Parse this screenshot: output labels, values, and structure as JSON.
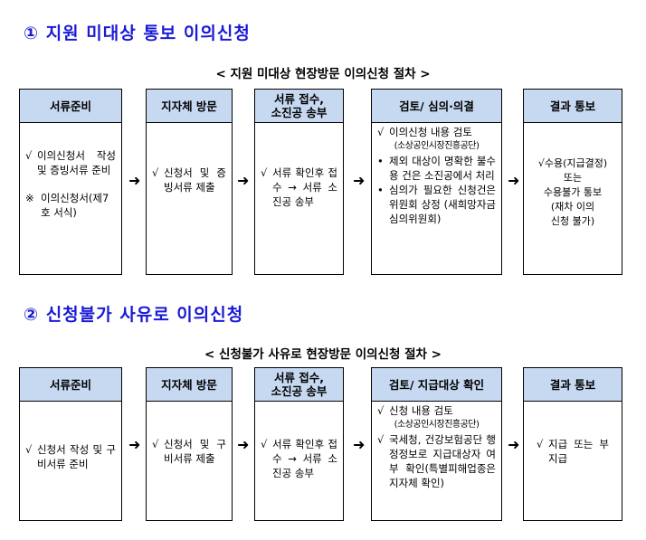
{
  "sections": [
    {
      "title": "① 지원 미대상 통보 이의신청",
      "subtitle": "< 지원 미대상 현장방문 이의신청 절차 >",
      "steps": [
        {
          "header": "서류준비"
        },
        {
          "header": "지자체 방문"
        },
        {
          "header_line1": "서류 접수,",
          "header_line2": "소진공 송부"
        },
        {
          "header": "검토/ 심의·의결"
        },
        {
          "header": "결과 통보"
        }
      ],
      "col1": {
        "mark1": "√",
        "text1": "이의신청서 작성 및 증빙서류 준비",
        "mark2": "※",
        "text2": "이의신청서(제7호 서식)"
      },
      "col2": {
        "mark": "√",
        "text": "신청서 및 증빙서류 제출"
      },
      "col3": {
        "mark": "√",
        "text": "서류 확인후 접수 → 서류 소진공 송부"
      },
      "col4": {
        "mark1": "√",
        "text1": "이의신청 내용 검토",
        "note1": "(소상공인시장진흥공단)",
        "mark2": "•",
        "text2": "제외 대상이 명확한 불수용 건은 소진공에서 처리",
        "mark3": "•",
        "text3": "심의가 필요한 신청건은 위원회 상정 (새희망자금 심의위원회)"
      },
      "col5": {
        "line1": "√수용(지급결정)",
        "line2": "또는",
        "line3": "수용불가 통보",
        "line4": "(재차 이의",
        "line5": "신청 불가)"
      }
    },
    {
      "title": "② 신청불가 사유로 이의신청",
      "subtitle": "< 신청불가 사유로 현장방문 이의신청 절차 >",
      "steps": [
        {
          "header": "서류준비"
        },
        {
          "header": "지자체 방문"
        },
        {
          "header_line1": "서류 접수,",
          "header_line2": "소진공 송부"
        },
        {
          "header": "검토/ 지급대상 확인"
        },
        {
          "header": "결과 통보"
        }
      ],
      "col1": {
        "mark": "√",
        "text": "신청서 작성 및 구비서류 준비"
      },
      "col2": {
        "mark": "√",
        "text": "신청서 및 구비서류 제출"
      },
      "col3": {
        "mark": "√",
        "text": "서류 확인후 접수 → 서류 소진공 송부"
      },
      "col4": {
        "mark1": "√",
        "text1": "신청 내용 검토",
        "note1": "(소상공인시장진흥공단)",
        "mark2": "√",
        "text2": "국세청, 건강보험공단 행정정보로 지급대상자 여부 확인(특별피해업종은 지자체 확인)"
      },
      "col5": {
        "mark": "√",
        "text": "지급 또는 부지급"
      }
    }
  ],
  "arrow_glyph": "➜"
}
